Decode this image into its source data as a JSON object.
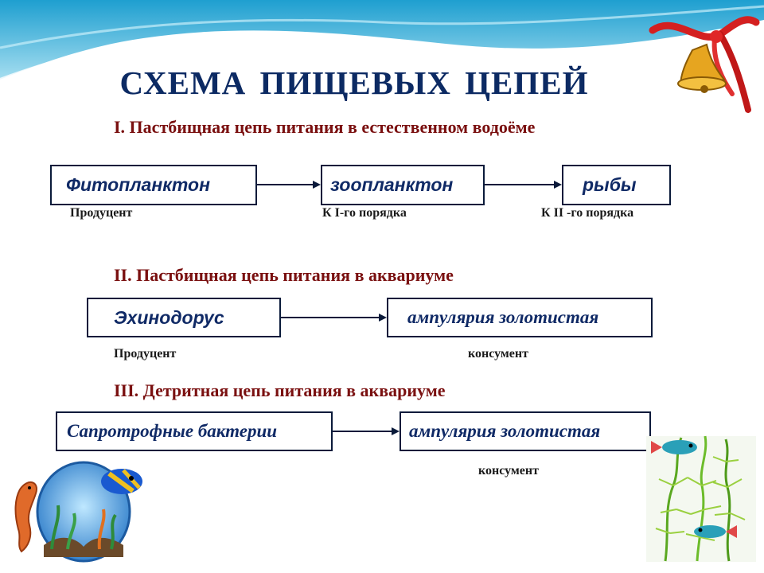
{
  "title": "СХЕМА  ПИЩЕВЫХ   ЦЕПЕЙ",
  "chain1": {
    "heading": "I. Пастбищная цепь питания в естественном водоёме",
    "nodes": [
      "Фитопланктон",
      "зоопланктон",
      "рыбы"
    ],
    "roles": [
      "Продуцент",
      "К I-го порядка",
      "К II -го порядка"
    ]
  },
  "chain2": {
    "heading": "II. Пастбищная цепь питания в аквариуме",
    "nodes": [
      "Эхинодорус",
      "ампулярия золотистая"
    ],
    "roles": [
      "Продуцент",
      "консумент"
    ]
  },
  "chain3": {
    "heading": "III. Детритная цепь питания в аквариуме",
    "nodes": [
      "Сапротрофные бактерии",
      "ампулярия золотистая"
    ],
    "roles": [
      "консумент"
    ]
  },
  "colors": {
    "title": "#0c2a63",
    "heading": "#7a1010",
    "box_text": "#102a66",
    "wave": "#3bb0d8"
  },
  "icons": [
    "wave-banner-icon",
    "bell-with-ribbon-icon",
    "aquarium-seahorse-icon",
    "aquarium-plants-fish-icon"
  ]
}
